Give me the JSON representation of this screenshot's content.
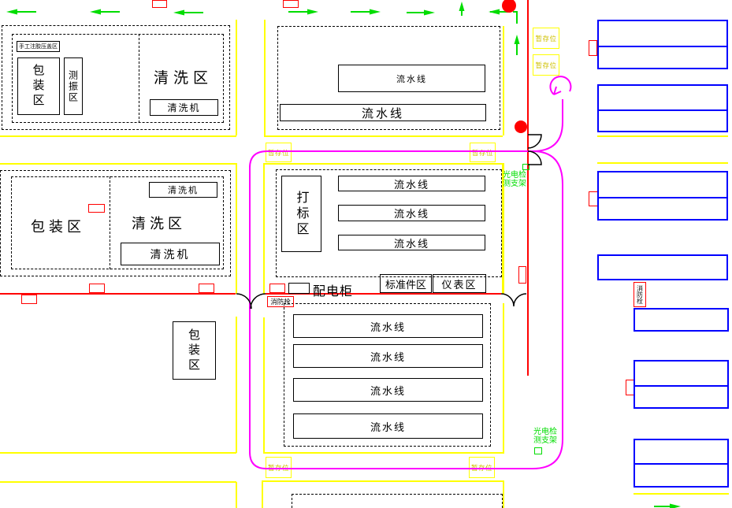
{
  "drawing": {
    "type": "factory-floor-plan-cad",
    "colors": {
      "wall_red": "#ff0000",
      "aisle_yellow": "#ffff00",
      "flow_magenta": "#ff00ff",
      "arrow_green": "#00dd00",
      "rack_blue": "#0000ff",
      "line_black": "#000000"
    },
    "labels": {
      "manual_glue_cap_area": "手工注胶压盖区",
      "packing_area": "包装区",
      "vibration_test_area": "测振区",
      "cleaning_area": "清洗区",
      "cleaning_machine": "清洗机",
      "assembly_line": "流水线",
      "temp_storage": "暂存位",
      "marking_area": "打标区",
      "power_cabinet": "配电柜",
      "standard_parts_area": "标准件区",
      "instrument_area": "仪表区",
      "fire_hydrant": "消防栓",
      "photoelectric_bracket_line1": "光电检",
      "photoelectric_bracket_line2": "测支架"
    }
  }
}
